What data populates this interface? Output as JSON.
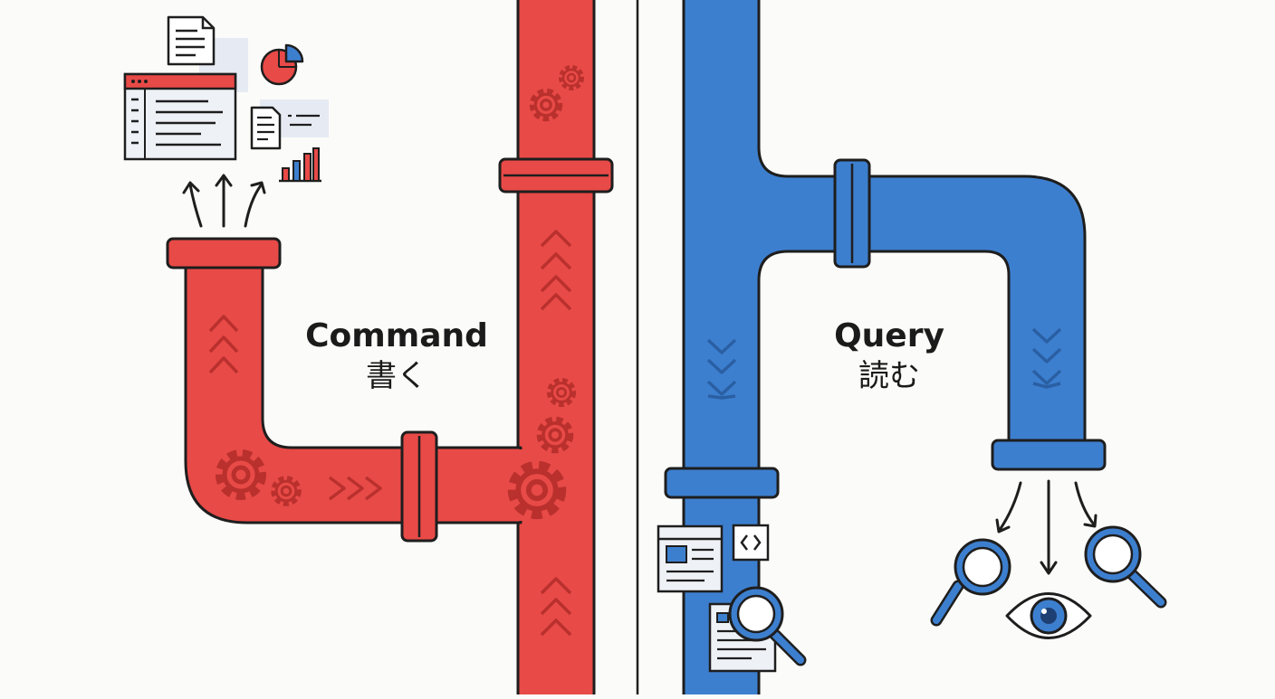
{
  "command": {
    "title": "Command",
    "subtitle": "書く"
  },
  "query": {
    "title": "Query",
    "subtitle": "読む"
  },
  "colors": {
    "command_pipe": "#e84a47",
    "command_pipe_dark": "#c8322f",
    "query_pipe": "#3d7fcf",
    "query_pipe_dark": "#2b63aa",
    "outline": "#1e1e1e",
    "background": "#fbfbf9",
    "icon_panel": "#e6ebf3"
  },
  "icons": {
    "command_outputs": [
      "document-icon",
      "browser-window-icon",
      "pie-chart-icon",
      "note-icon",
      "bar-chart-icon",
      "arrow-up-icon"
    ],
    "query_outputs": [
      "magnifier-icon",
      "eye-icon",
      "arrow-down-icon"
    ],
    "query_inputs": [
      "browser-window-icon",
      "code-icon",
      "document-search-icon"
    ],
    "pipe_marks": [
      "gear-icon",
      "chevron-icon"
    ]
  }
}
